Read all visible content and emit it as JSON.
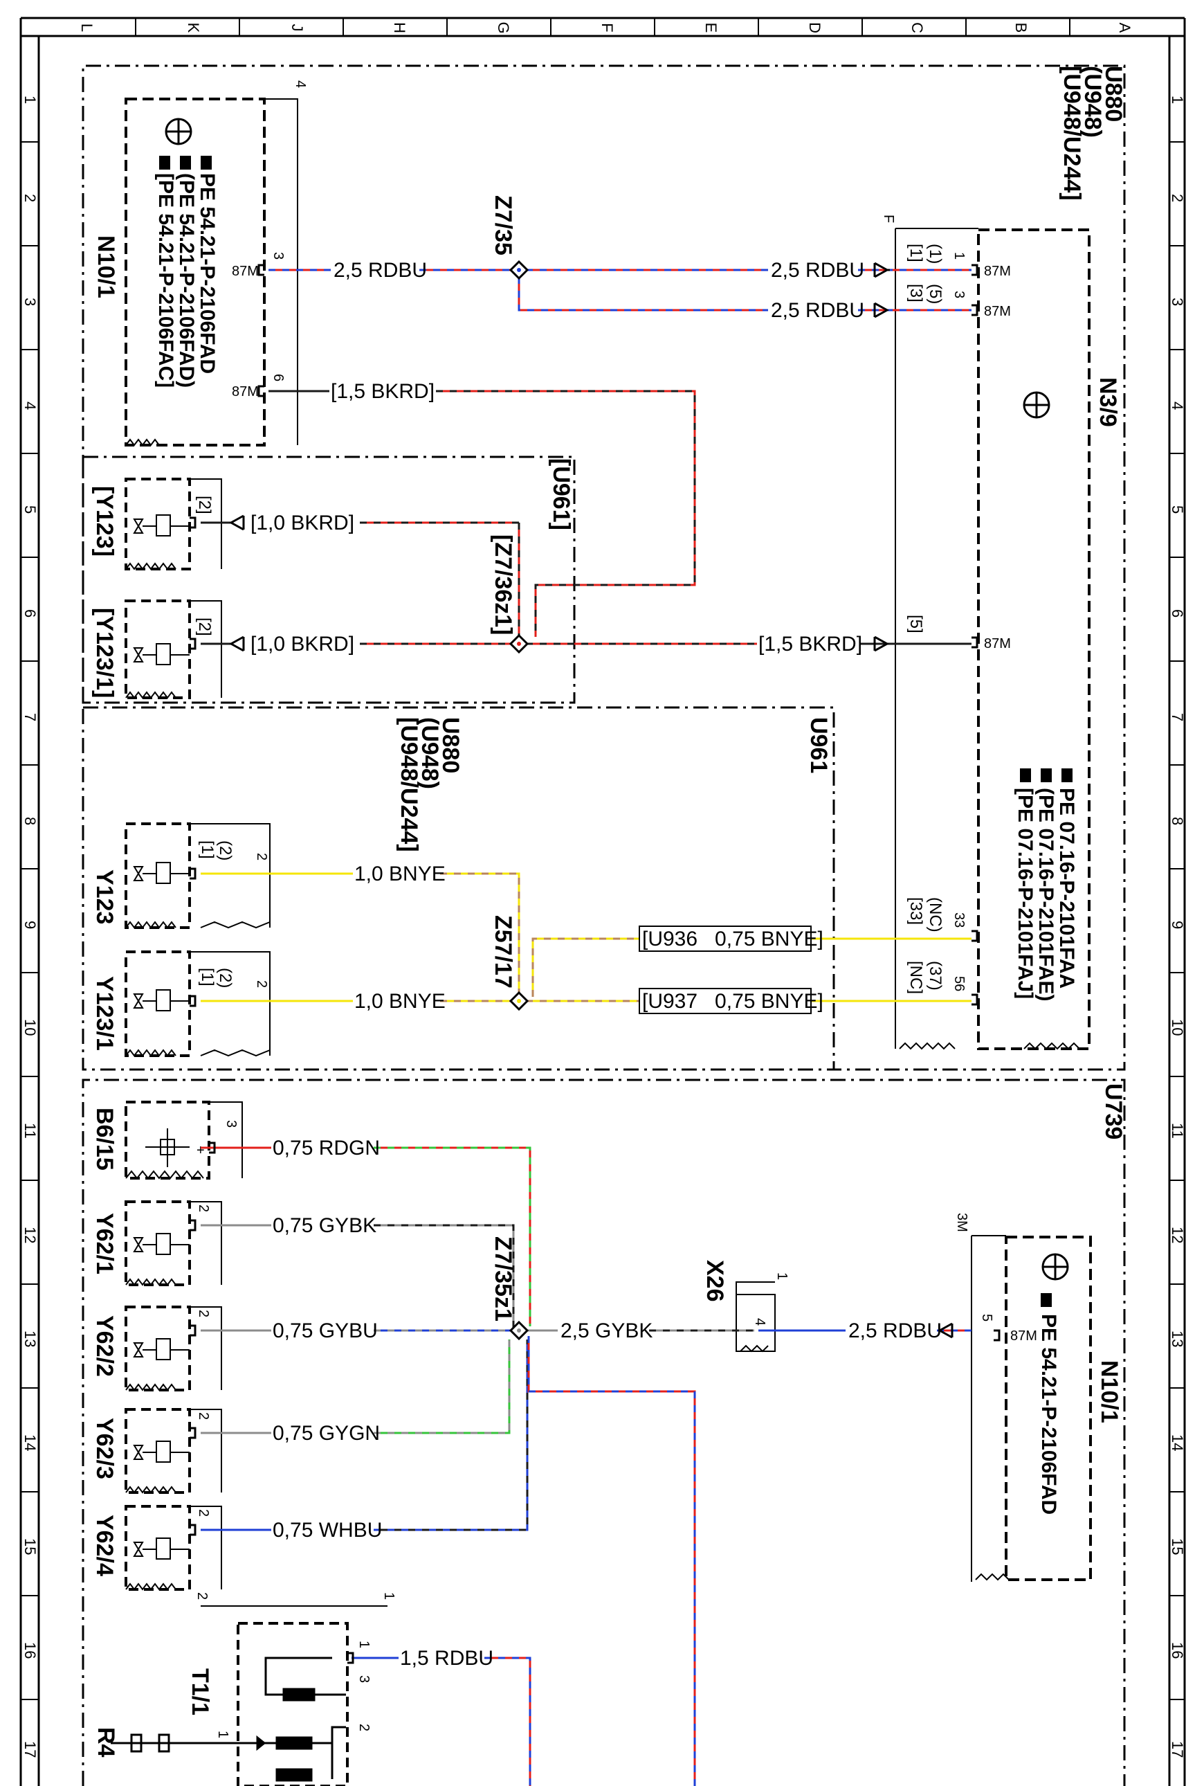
{
  "grid": {
    "columns": [
      "L",
      "K",
      "J",
      "H",
      "G",
      "F",
      "E",
      "D",
      "C",
      "B",
      "A"
    ],
    "rows": [
      "1",
      "2",
      "3",
      "4",
      "5",
      "6",
      "7",
      "8",
      "9",
      "10",
      "11",
      "12",
      "13",
      "14",
      "15",
      "16",
      "17"
    ]
  },
  "colors": {
    "RD": "#e3201b",
    "BU": "#1f3fd6",
    "BK": "#1a1a1a",
    "YE": "#f5e60a",
    "BN": "#b9865a",
    "GN": "#35c43a",
    "GY": "#8c8c8c",
    "WH": "#d8d8d8"
  },
  "groups": {
    "g1": [
      "U880",
      "(U948)",
      "[U948/U244]"
    ],
    "g2": [
      "[U961]"
    ],
    "g3": [
      "U880",
      "(U948)",
      "[U948/U244]"
    ],
    "g4": [
      "U961"
    ],
    "g5": [
      "U739"
    ]
  },
  "connectors": {
    "z1": "Z7/35",
    "z2": "[Z7/36z1]",
    "z3": "Z57/17",
    "z4": "Z7/35z1"
  },
  "components": {
    "n10_1_top": {
      "name": "N10/1",
      "pe": [
        "PE 54.21-P-2106FAD",
        "(PE 54.21-P-2106FAD)",
        "[PE 54.21-P-2106FAC]"
      ]
    },
    "n3_9": {
      "name": "N3/9",
      "pe": [
        "PE 07.16-P-2101FAA",
        "(PE 07.16-P-2101FAE)",
        "[PE 07.16-P-2101FAJ]"
      ]
    },
    "y123_a": {
      "name": "[Y123]"
    },
    "y123_1a": {
      "name": "[Y123/1]"
    },
    "y123_b": {
      "name": "Y123"
    },
    "y123_1b": {
      "name": "Y123/1"
    },
    "b6_15": {
      "name": "B6/15"
    },
    "y62_1": {
      "name": "Y62/1"
    },
    "y62_2": {
      "name": "Y62/2"
    },
    "y62_3": {
      "name": "Y62/3"
    },
    "y62_4": {
      "name": "Y62/4"
    },
    "x26": {
      "name": "X26"
    },
    "n10_1_bot": {
      "name": "N10/1",
      "pe": [
        "PE 54.21-P-2106FAD"
      ]
    },
    "t1_1": {
      "name": "T1/1"
    },
    "r4": {
      "name": "R4"
    }
  },
  "wires": {
    "w1": "2,5 RDBU",
    "w2": "[1,5 BKRD]",
    "w3": "2,5 RDBU",
    "w4": "2,5 RDBU",
    "w5": "[1,0 BKRD]",
    "w6": "[1,0 BKRD]",
    "w7": "[1,5 BKRD]",
    "w8": "1,0 BNYE",
    "w9": "1,0 BNYE",
    "w10": "[U936   0,75 BNYE]",
    "w11": "[U937   0,75 BNYE]",
    "w12": "0,75 RDGN",
    "w13": "0,75 GYBK",
    "w14": "0,75 GYBU",
    "w15": "0,75 GYGN",
    "w16": "0,75 WHBU",
    "w17": "2,5 GYBK",
    "w18": "2,5 RDBU",
    "w19": "1,5 RDBU"
  },
  "pins": {
    "p87m": "87M",
    "n10_3": "3",
    "n10_6": "6",
    "n10_4": "4",
    "n39_1": "1",
    "n39_1o": "(1)",
    "n39_1b": "[1]",
    "n39_3": "3",
    "n39_5o": "(5)",
    "n39_3b": "[3]",
    "n39_5b": "[5]",
    "n39_33": "33",
    "n39_nc1": "(NC)",
    "n39_33b": "[33]",
    "n39_56": "56",
    "n39_37": "(37)",
    "n39_nc2": "[NC]",
    "n39_F": "F",
    "y_2b": "[2]",
    "y_2": "2",
    "y_2o": "(2)",
    "y_1b": "[1]",
    "b6_3": "3",
    "b6_plus": "+",
    "x26_1": "1",
    "x26_4": "4",
    "nb_5": "5",
    "nb_3M": "3M",
    "t1_1": "1",
    "t1_2": "2",
    "t1_3": "3"
  }
}
